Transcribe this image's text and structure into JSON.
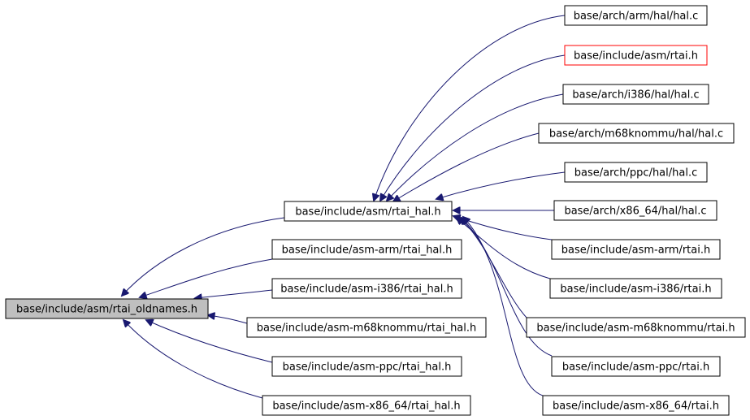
{
  "nodes": {
    "rtai_oldnames": "base/include/asm/rtai_oldnames.h",
    "rtai_hal": "base/include/asm/rtai_hal.h",
    "arm_rtai_hal": "base/include/asm-arm/rtai_hal.h",
    "i386_rtai_hal": "base/include/asm-i386/rtai_hal.h",
    "m68k_rtai_hal": "base/include/asm-m68knommu/rtai_hal.h",
    "ppc_rtai_hal": "base/include/asm-ppc/rtai_hal.h",
    "x86_64_rtai_hal": "base/include/asm-x86_64/rtai_hal.h",
    "arm_hal_c": "base/arch/arm/hal/hal.c",
    "asm_rtai_h": "base/include/asm/rtai.h",
    "i386_hal_c": "base/arch/i386/hal/hal.c",
    "m68k_hal_c": "base/arch/m68knommu/hal/hal.c",
    "ppc_hal_c": "base/arch/ppc/hal/hal.c",
    "x86_64_hal_c": "base/arch/x86_64/hal/hal.c",
    "arm_rtai_h": "base/include/asm-arm/rtai.h",
    "i386_rtai_h": "base/include/asm-i386/rtai.h",
    "m68k_rtai_h": "base/include/asm-m68knommu/rtai.h",
    "ppc_rtai_h": "base/include/asm-ppc/rtai.h",
    "x86_64_rtai_h": "base/include/asm-x86_64/rtai.h"
  },
  "colors": {
    "edge": "#191970",
    "root_fill": "#bfbfbf",
    "highlight_border": "#ff0000"
  }
}
